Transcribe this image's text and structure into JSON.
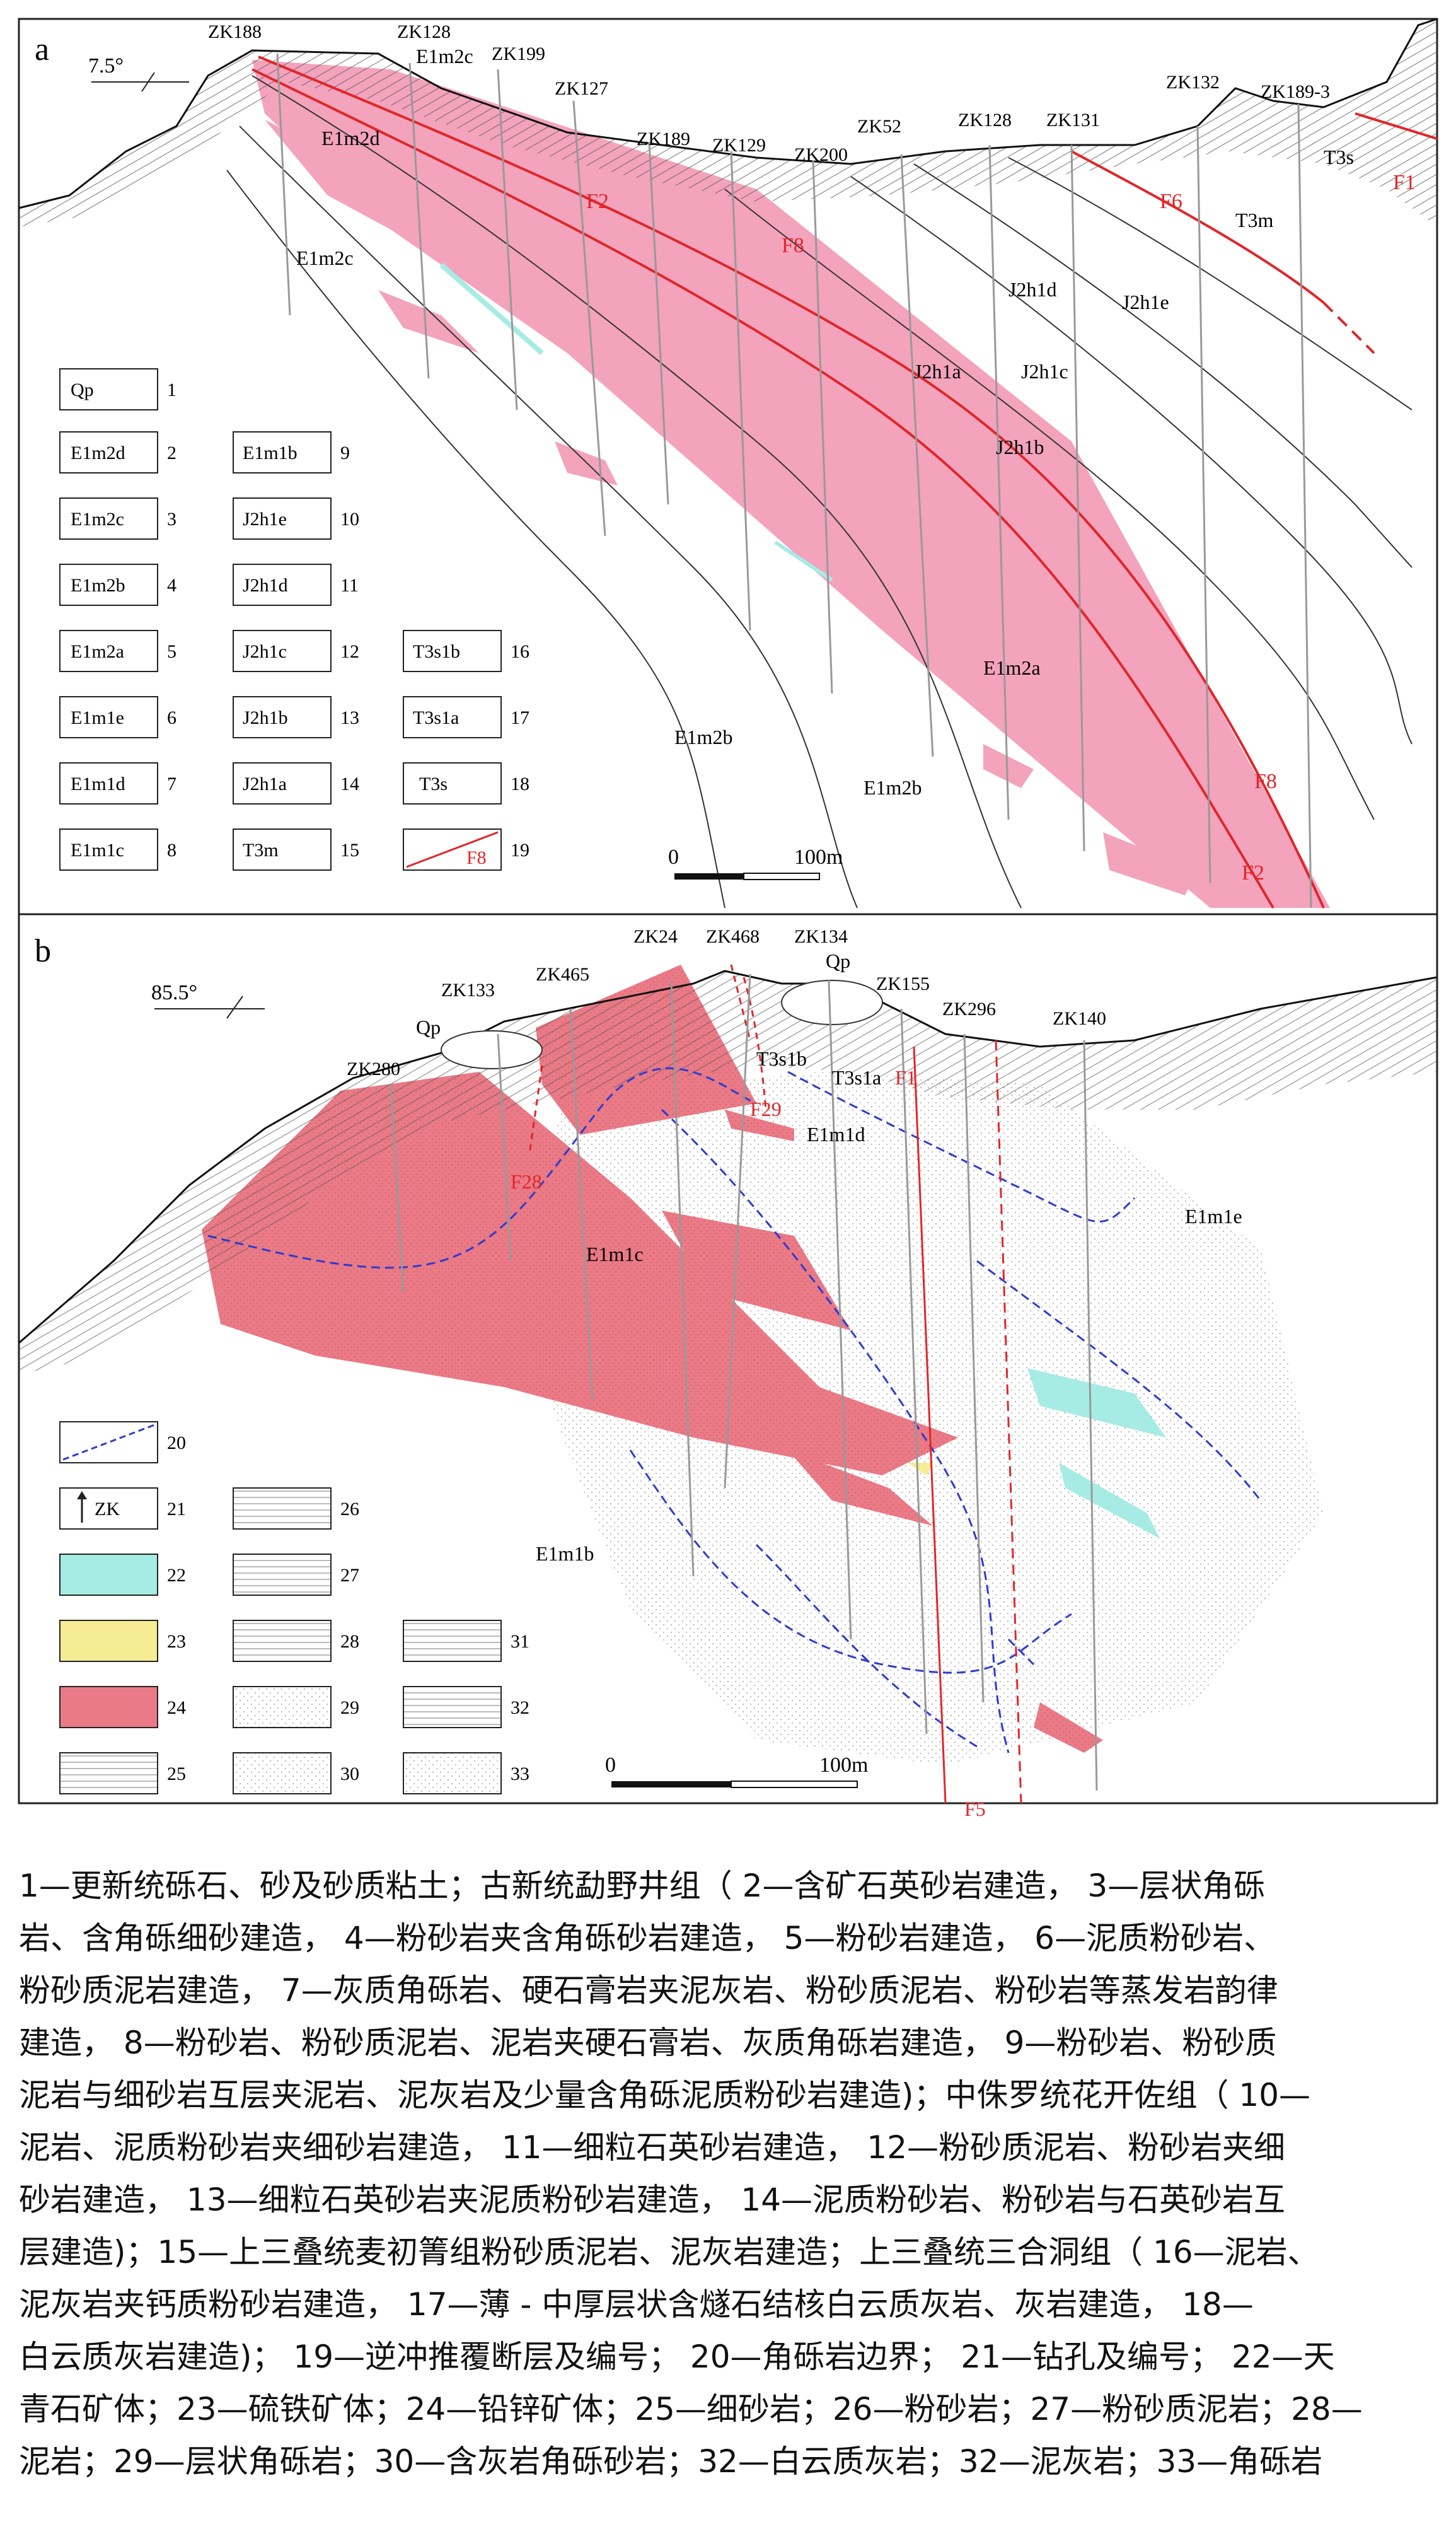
{
  "panel_a": {
    "letter": "a",
    "dip_angle": "7.5°",
    "drill_holes": [
      "ZK188",
      "ZK128",
      "ZK199",
      "ZK127",
      "ZK189",
      "ZK129",
      "ZK200",
      "ZK52",
      "ZK128",
      "ZK131",
      "ZK132",
      "ZK189-3"
    ],
    "faults": [
      "F1",
      "F2",
      "F6",
      "F8",
      "F8",
      "F2"
    ],
    "unit_labels": [
      "E1m2d",
      "E1m2c",
      "E1m2b",
      "E1m2a",
      "E1m2b",
      "E1m2c",
      "J2h1d",
      "J2h1e",
      "J2h1c",
      "J2h1a",
      "J2h1b",
      "T3m",
      "T3s"
    ],
    "scale_zero": "0",
    "scale_end": "100m"
  },
  "legend_a": [
    {
      "code": "Qp",
      "num": "1"
    },
    {
      "code": "E1m2d",
      "num": "2"
    },
    {
      "code": "E1m2c",
      "num": "3"
    },
    {
      "code": "E1m2b",
      "num": "4"
    },
    {
      "code": "E1m2a",
      "num": "5"
    },
    {
      "code": "E1m1e",
      "num": "6"
    },
    {
      "code": "E1m1d",
      "num": "7"
    },
    {
      "code": "E1m1c",
      "num": "8"
    },
    {
      "code": "E1m1b",
      "num": "9"
    },
    {
      "code": "J2h1e",
      "num": "10"
    },
    {
      "code": "J2h1d",
      "num": "11"
    },
    {
      "code": "J2h1c",
      "num": "12"
    },
    {
      "code": "J2h1b",
      "num": "13"
    },
    {
      "code": "J2h1a",
      "num": "14"
    },
    {
      "code": "T3m",
      "num": "15"
    },
    {
      "code": "T3s1b",
      "num": "16"
    },
    {
      "code": "T3s1a",
      "num": "17"
    },
    {
      "code": "T3s",
      "num": "18"
    },
    {
      "code": "F8",
      "num": "19"
    }
  ],
  "panel_b": {
    "letter": "b",
    "dip_angle": "85.5°",
    "drill_holes": [
      "ZK280",
      "ZK133",
      "ZK465",
      "ZK24",
      "ZK468",
      "ZK134",
      "ZK155",
      "ZK296",
      "ZK140"
    ],
    "faults": [
      "F28",
      "F29",
      "F1",
      "F5"
    ],
    "unit_labels": [
      "Qp",
      "Qp",
      "T3s1b",
      "T3s1a",
      "E1m1d",
      "E1m1c",
      "E1m1e",
      "E1m1b"
    ],
    "scale_zero": "0",
    "scale_end": "100m"
  },
  "legend_b": [
    {
      "num": "20"
    },
    {
      "num": "21",
      "label": "ZK"
    },
    {
      "num": "22"
    },
    {
      "num": "23"
    },
    {
      "num": "24"
    },
    {
      "num": "25"
    },
    {
      "num": "26"
    },
    {
      "num": "27"
    },
    {
      "num": "28"
    },
    {
      "num": "29"
    },
    {
      "num": "30"
    },
    {
      "num": "31"
    },
    {
      "num": "32"
    },
    {
      "num": "33"
    }
  ],
  "colors": {
    "orebody_pb_zn": "#f4a3bd",
    "orebody_pb_zn_b": "#ea7a86",
    "celestite": "#a6ece4",
    "pyrite": "#f6ec93",
    "fault_red": "#e0262a",
    "breccia_boundary": "#2e3bd1"
  },
  "caption": [
    "1—更新统砾石、砂及砂质粘土；古新统勐野井组（ 2—含矿石英砂岩建造， 3—层状角砾",
    "岩、含角砾细砂建造， 4—粉砂岩夹含角砾砂岩建造， 5—粉砂岩建造， 6—泥质粉砂岩、",
    "粉砂质泥岩建造， 7—灰质角砾岩、硬石膏岩夹泥灰岩、粉砂质泥岩、粉砂岩等蒸发岩韵律",
    "建造， 8—粉砂岩、粉砂质泥岩、泥岩夹硬石膏岩、灰质角砾岩建造， 9—粉砂岩、粉砂质",
    "泥岩与细砂岩互层夹泥岩、泥灰岩及少量含角砾泥质粉砂岩建造)；中侏罗统花开佐组（ 10—",
    "泥岩、泥质粉砂岩夹细砂岩建造， 11—细粒石英砂岩建造， 12—粉砂质泥岩、粉砂岩夹细",
    "砂岩建造， 13—细粒石英砂岩夹泥质粉砂岩建造， 14—泥质粉砂岩、粉砂岩与石英砂岩互",
    "层建造)；15—上三叠统麦初箐组粉砂质泥岩、泥灰岩建造；上三叠统三合洞组（ 16—泥岩、",
    "泥灰岩夹钙质粉砂岩建造， 17—薄 - 中厚层状含燧石结核白云质灰岩、灰岩建造， 18—",
    "白云质灰岩建造)； 19—逆冲推覆断层及编号； 20—角砾岩边界； 21—钻孔及编号； 22—天",
    "青石矿体；23—硫铁矿体；24—铅锌矿体；25—细砂岩；26—粉砂岩；27—粉砂质泥岩；28—",
    "泥岩；29—层状角砾岩；30—含灰岩角砾砂岩；32—白云质灰岩；32—泥灰岩；33—角砾岩"
  ]
}
